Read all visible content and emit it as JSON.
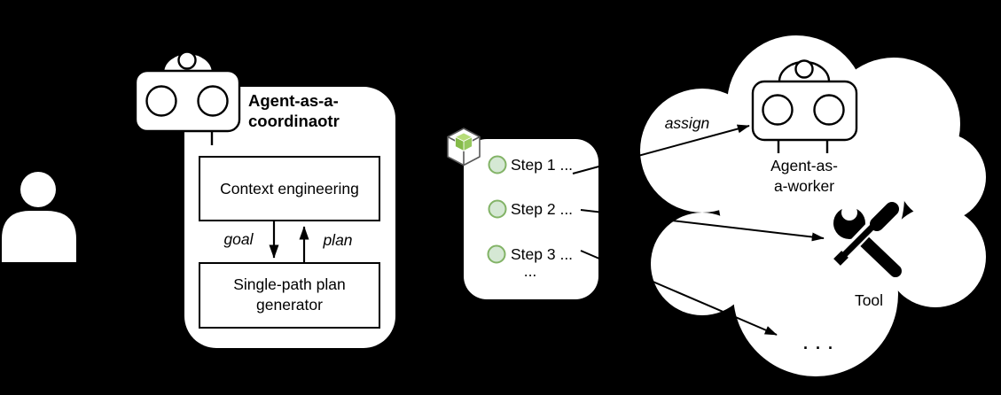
{
  "canvas": {
    "background": "#000000",
    "shape_fill": "#ffffff",
    "line_color": "#000000"
  },
  "coordinator": {
    "title_line1": "Agent-as-a-",
    "title_line2": "coordinaotr",
    "context_box_label": "Context engineering",
    "goal_label": "goal",
    "plan_label": "plan",
    "plan_box_line1": "Single-path plan",
    "plan_box_line2": "generator"
  },
  "plan_steps": {
    "items": [
      "Step 1 ...",
      "Step 2 ...",
      "Step 3 ..."
    ],
    "more_label": "...",
    "bullet_fill": "#d5e8d4",
    "bullet_stroke": "#82b366"
  },
  "cloud": {
    "assign_label": "assign",
    "worker_line1": "Agent-as-",
    "worker_line2": "a-worker",
    "tool_label": "Tool",
    "more_label": ". . ."
  },
  "icons": {
    "person": "person-silhouette",
    "coordinator_robot": "robot-head",
    "worker_robot": "robot-head",
    "package": "green-module-cube",
    "tool": "wrench-and-screwdriver",
    "cube_top_color": "#b7dd79",
    "cube_left_color": "#85bb49",
    "cube_right_color": "#96c85e",
    "cube_outline_color": "#595959"
  }
}
